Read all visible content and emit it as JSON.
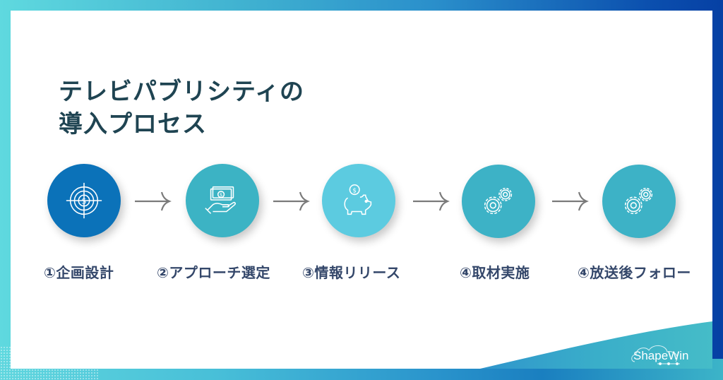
{
  "title": {
    "line1": "テレビパブリシティの",
    "line2": "導入プロセス"
  },
  "steps": [
    {
      "label": "①企画設計",
      "icon": "target-dollar-icon",
      "color": "#0b72b9"
    },
    {
      "label": "②アプローチ選定",
      "icon": "hand-money-icon",
      "color": "#3cb3c4"
    },
    {
      "label": "③情報リリース",
      "icon": "piggy-bank-icon",
      "color": "#5ccbe0"
    },
    {
      "label": "④取材実施",
      "icon": "gears-icon",
      "color": "#3db2c6"
    },
    {
      "label": "④放送後フォロー",
      "icon": "gears-icon",
      "color": "#3db2c6"
    }
  ],
  "arrow_color": "#7a7a7a",
  "logo": {
    "text": "ShapeWin"
  },
  "colors": {
    "title": "#1f4452",
    "label": "#34476a",
    "frame_start": "#5fd9df",
    "frame_end": "#0640a4"
  }
}
